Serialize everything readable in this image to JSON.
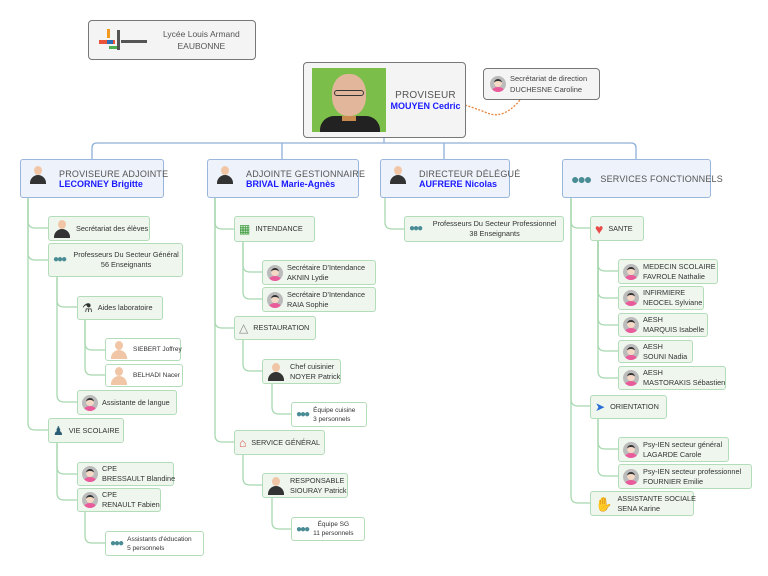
{
  "school": {
    "logo_text": "Lycée LOUIS ARMAND Eaubonne",
    "line1": "Lycée Louis Armand",
    "line2": "EAUBONNE"
  },
  "head": {
    "title": "PROVISEUR",
    "name": "MOUYEN Cedric"
  },
  "secretariat_direction": {
    "title": "Secrétariat de direction",
    "name": "DUCHESNE Caroline"
  },
  "colors": {
    "name_blue": "#1a1aff",
    "header_border": "#9ab6dc",
    "node_border": "#b3dcb8",
    "link_orange": "#e8833a"
  },
  "departments": [
    {
      "title": "PROVISEURE ADJOINTE",
      "name": "LECORNEY Brigitte",
      "nodes": [
        {
          "line1": "Secrétariat des élèves"
        },
        {
          "line1": "Professeurs Du Secteur Général",
          "line2": "56 Enseignants"
        },
        {
          "line1": "Aides laboratoire"
        },
        {
          "line1": "SIEBERT Joffrey"
        },
        {
          "line1": "BELHADI Nacer"
        },
        {
          "line1": "Assistante de langue"
        },
        {
          "line1": "VIE SCOLAIRE"
        },
        {
          "line1": "CPE",
          "line2": "BRESSAULT Blandine"
        },
        {
          "line1": "CPE",
          "line2": "RENAULT Fabien"
        },
        {
          "line1": "Assistants d'éducation",
          "line2": "5 personnels"
        }
      ]
    },
    {
      "title": "ADJOINTE GESTIONNAIRE",
      "name": "BRIVAL Marie-Agnès",
      "nodes": [
        {
          "line1": "INTENDANCE"
        },
        {
          "line1": "Secrétaire D'Intendance",
          "line2": "AKNIN Lydie"
        },
        {
          "line1": "Secrétaire D'Intendance",
          "line2": "RAIA Sophie"
        },
        {
          "line1": "RESTAURATION"
        },
        {
          "line1": "Chef cuisinier",
          "line2": "NOYER Patrick"
        },
        {
          "line1": "Équipe cuisine",
          "line2": "3 personnels"
        },
        {
          "line1": "SERVICE GÉNÉRAL"
        },
        {
          "line1": "RESPONSABLE",
          "line2": "SIOURAY Patrick"
        },
        {
          "line1": "Équipe SG",
          "line2": "11 personnels"
        }
      ]
    },
    {
      "title": "DIRECTEUR DÉLÉGUÉ",
      "name": "AUFRERE Nicolas",
      "nodes": [
        {
          "line1": "Professeurs Du Secteur Professionnel",
          "line2": "38 Enseignants"
        }
      ]
    },
    {
      "title": "SERVICES FONCTIONNELS",
      "nodes": [
        {
          "line1": "SANTE"
        },
        {
          "line1": "MEDECIN SCOLAIRE",
          "line2": "FAVROLE Nathalie"
        },
        {
          "line1": "INFIRMIERE",
          "line2": "NEOCEL Sylviane"
        },
        {
          "line1": "AESH",
          "line2": "MARQUIS Isabelle"
        },
        {
          "line1": "AESH",
          "line2": "SOUNI Nadia"
        },
        {
          "line1": "AESH",
          "line2": "MASTORAKIS Sébastien"
        },
        {
          "line1": "ORIENTATION"
        },
        {
          "line1": "Psy-IEN secteur général",
          "line2": "LAGARDE Carole"
        },
        {
          "line1": "Psy-IEN secteur professionnel",
          "line2": "FOURNIER Emilie"
        },
        {
          "line1": "ASSISTANTE SOCIALE",
          "line2": "SENA Karine"
        }
      ]
    }
  ]
}
